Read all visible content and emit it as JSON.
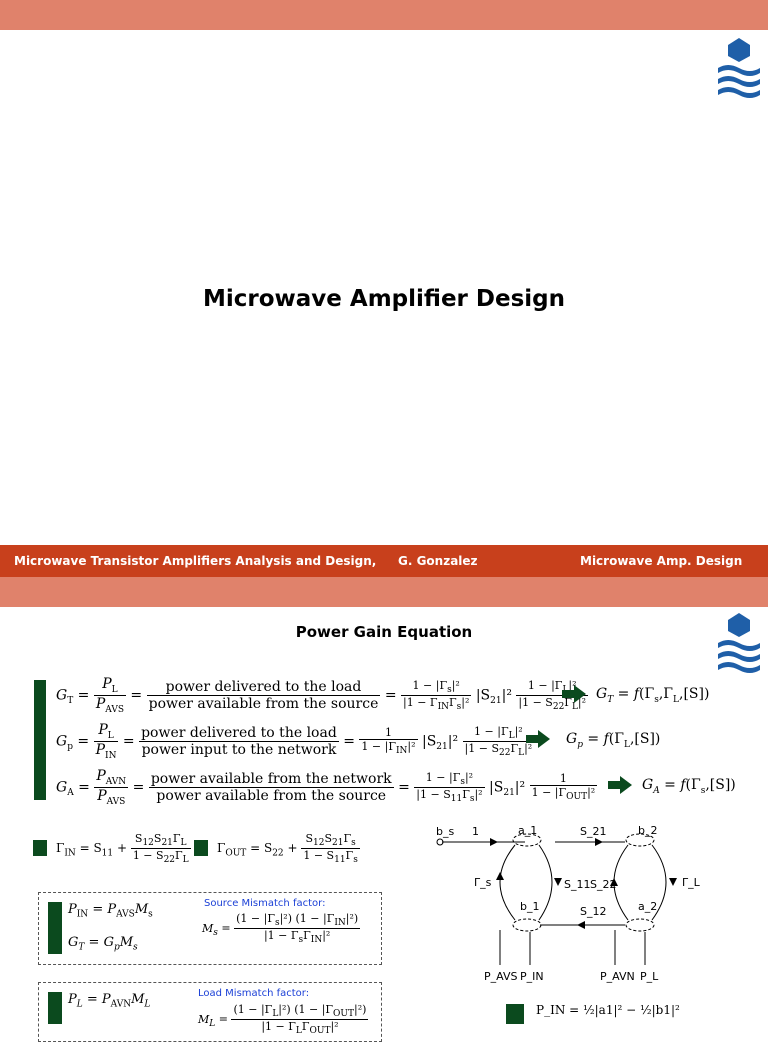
{
  "slide1": {
    "title": "Microwave Amplifier Design"
  },
  "footer": {
    "reference": "Microwave Transistor Amplifiers Analysis and Design,",
    "author": "G. Gonzalez",
    "topic": "Microwave Amp. Design"
  },
  "slide2": {
    "title": "Power Gain Equation",
    "gt": {
      "lhs": "G",
      "lhs_sub": "T",
      "ratio_num": "P_L",
      "ratio_den": "P_AVS",
      "words_num": "power delivered to the load",
      "words_den": "power available from the source",
      "result": "G_T = f(Γs,ΓL,[S])"
    },
    "gp": {
      "lhs": "G",
      "lhs_sub": "p",
      "ratio_num": "P_L",
      "ratio_den": "P_IN",
      "words_num": "power delivered to the load",
      "words_den": "power input to the network",
      "result": "G_p = f(ΓL,[S])"
    },
    "ga": {
      "lhs": "G",
      "lhs_sub": "A",
      "ratio_num": "P_AVN",
      "ratio_den": "P_AVS",
      "words_num": "power available from the network",
      "words_den": "power available from the source",
      "result": "G_A = f(Γs,[S])"
    },
    "gamma_in": "Γ_IN = S11 + S12S21ΓL / (1 − S22ΓL)",
    "gamma_out": "Γ_OUT = S22 + S12S21Γs / (1 − S11Γs)",
    "source_mismatch_label": "Source Mismatch factor:",
    "load_mismatch_label": "Load Mismatch factor:",
    "pin_eq": "P_IN = P_AVS M_s",
    "gt_eq": "G_T = G_p M_s",
    "pl_eq": "P_L = P_AVN M_L",
    "diagram": {
      "bs": "b_s",
      "one": "1",
      "a1": "a_1",
      "s21": "S_21",
      "b2": "b_2",
      "gs": "Γ_s",
      "s11": "S_11",
      "s22": "S_22",
      "gl": "Γ_L",
      "b1": "b_1",
      "s12": "S_12",
      "a2": "a_2",
      "pavs": "P_AVS",
      "pin": "P_IN",
      "pavn": "P_AVN",
      "pl": "P_L"
    },
    "pin_power": "P_IN = ½|a1|² − ½|b1|²"
  },
  "colors": {
    "header": "#e0826b",
    "footer": "#c8401c",
    "accent_green": "#0b4a1e",
    "note_blue": "#1a3fd6",
    "logo_blue": "#1f5fa8"
  }
}
